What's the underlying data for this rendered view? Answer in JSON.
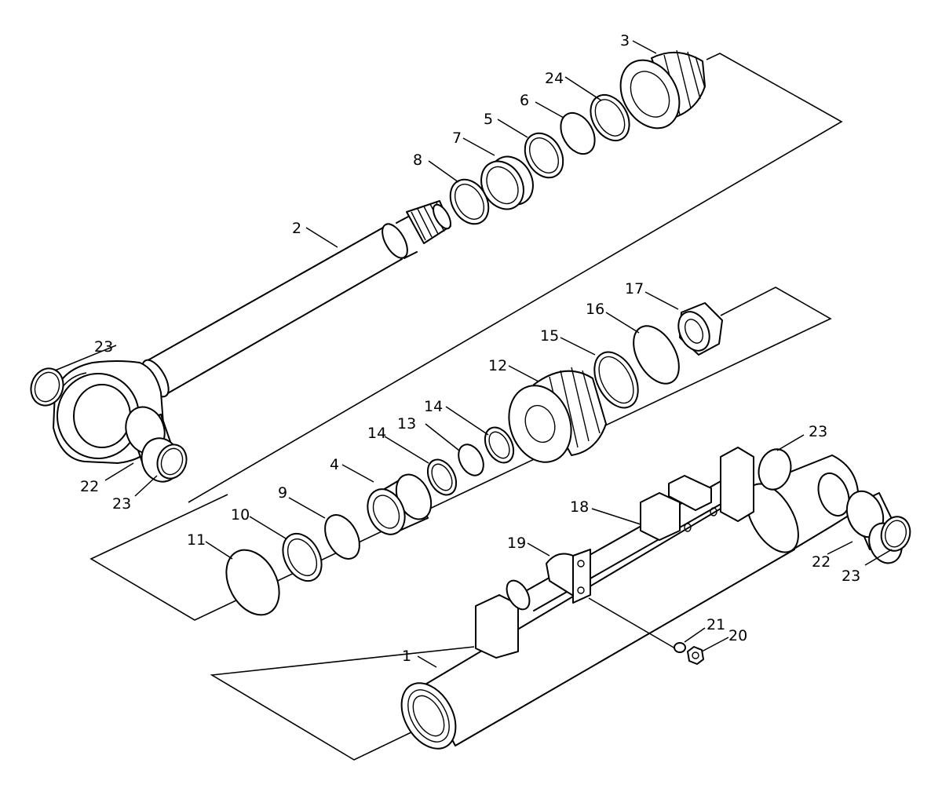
{
  "diagram": {
    "callouts": [
      {
        "id": "c3",
        "text": "3"
      },
      {
        "id": "c24",
        "text": "24"
      },
      {
        "id": "c6",
        "text": "6"
      },
      {
        "id": "c5",
        "text": "5"
      },
      {
        "id": "c7",
        "text": "7"
      },
      {
        "id": "c8",
        "text": "8"
      },
      {
        "id": "c2",
        "text": "2"
      },
      {
        "id": "c23a",
        "text": "23"
      },
      {
        "id": "c22a",
        "text": "22"
      },
      {
        "id": "c23b",
        "text": "23"
      },
      {
        "id": "c17",
        "text": "17"
      },
      {
        "id": "c16",
        "text": "16"
      },
      {
        "id": "c15",
        "text": "15"
      },
      {
        "id": "c12",
        "text": "12"
      },
      {
        "id": "c14a",
        "text": "14"
      },
      {
        "id": "c13",
        "text": "13"
      },
      {
        "id": "c14b",
        "text": "14"
      },
      {
        "id": "c4",
        "text": "4"
      },
      {
        "id": "c9",
        "text": "9"
      },
      {
        "id": "c10",
        "text": "10"
      },
      {
        "id": "c11",
        "text": "11"
      },
      {
        "id": "c18",
        "text": "18"
      },
      {
        "id": "c19",
        "text": "19"
      },
      {
        "id": "c23c",
        "text": "23"
      },
      {
        "id": "c22b",
        "text": "22"
      },
      {
        "id": "c23d",
        "text": "23"
      },
      {
        "id": "c21",
        "text": "21"
      },
      {
        "id": "c20",
        "text": "20"
      },
      {
        "id": "c1",
        "text": "1"
      }
    ]
  }
}
